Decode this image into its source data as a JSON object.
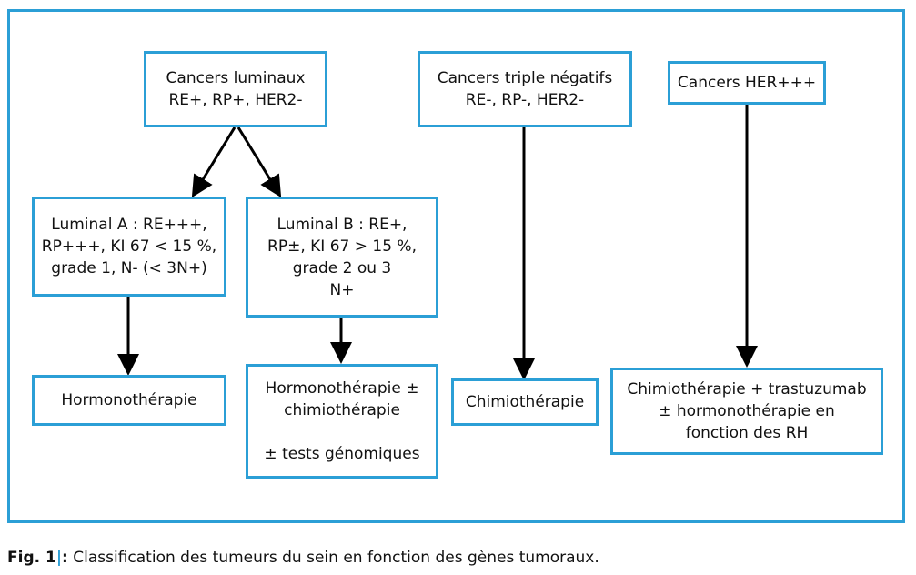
{
  "colors": {
    "frame": "#2b9fd6",
    "box_border": "#2b9fd6",
    "arrow": "#000000",
    "text": "#111111"
  },
  "boxes": {
    "luminal": {
      "lines": [
        "Cancers luminaux",
        "RE+, RP+, HER2-"
      ]
    },
    "triple": {
      "lines": [
        "Cancers triple négatifs",
        "RE-, RP-, HER2-"
      ]
    },
    "her": {
      "lines": [
        "Cancers HER+++"
      ]
    },
    "luminal_a": {
      "lines": [
        "Luminal A : RE+++,",
        "RP+++, KI 67 < 15 %,",
        "grade 1, N- (< 3N+)"
      ]
    },
    "luminal_b": {
      "lines": [
        "Luminal B : RE+,",
        "RP±, KI 67 > 15 %,",
        "grade 2 ou 3",
        "N+"
      ]
    },
    "hormono": {
      "lines": [
        "Hormonothérapie"
      ]
    },
    "hormono_chimio": {
      "lines": [
        "Hormonothérapie ±",
        "chimiothérapie"
      ],
      "extra": "± tests génomiques"
    },
    "chimio": {
      "lines": [
        "Chimiothérapie"
      ]
    },
    "chimio_trastu": {
      "lines": [
        "Chimiothérapie + trastuzumab",
        "± hormonothérapie en",
        "fonction des RH"
      ]
    }
  },
  "caption": {
    "label": "Fig. 1",
    "separator": "|",
    "colon": ":",
    "text": " Classification des tumeurs du sein en fonction des gènes tumoraux."
  }
}
